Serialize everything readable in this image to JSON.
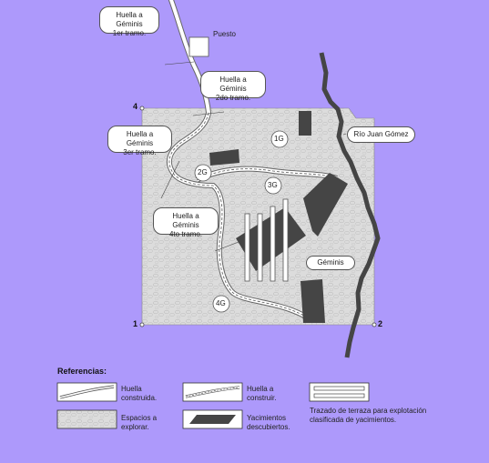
{
  "callouts": {
    "tramo1": [
      "Huella a Géminis",
      "1er tramo."
    ],
    "tramo2": [
      "Huella a Géminis",
      "2do tramo."
    ],
    "tramo3": [
      "Huella a Géminis",
      "3er tramo."
    ],
    "tramo4": [
      "Huella a Géminis",
      "4to tramo."
    ],
    "rio": "Río Juan Gómez",
    "geminis": "Géminis"
  },
  "labels": {
    "puesto": "Puesto",
    "g1": "1G",
    "g2": "2G",
    "g3": "3G",
    "g4": "4G",
    "corner1": "1",
    "corner2": "2",
    "corner4": "4"
  },
  "legend": {
    "title": "Referencias:",
    "huella_construida": [
      "Huella",
      "construida."
    ],
    "huella_construir": [
      "Huella a",
      "construir."
    ],
    "espacios": [
      "Espacios a",
      "explorar."
    ],
    "yacimientos": [
      "Yacimientos",
      "descubiertos."
    ],
    "trazado": [
      "Trazado de terraza para explotación",
      "clasificada de yacimientos."
    ]
  },
  "colors": {
    "background": "#ad99fb",
    "deposit": "#454545",
    "river": "#454545",
    "area": "#dcdcdc"
  }
}
